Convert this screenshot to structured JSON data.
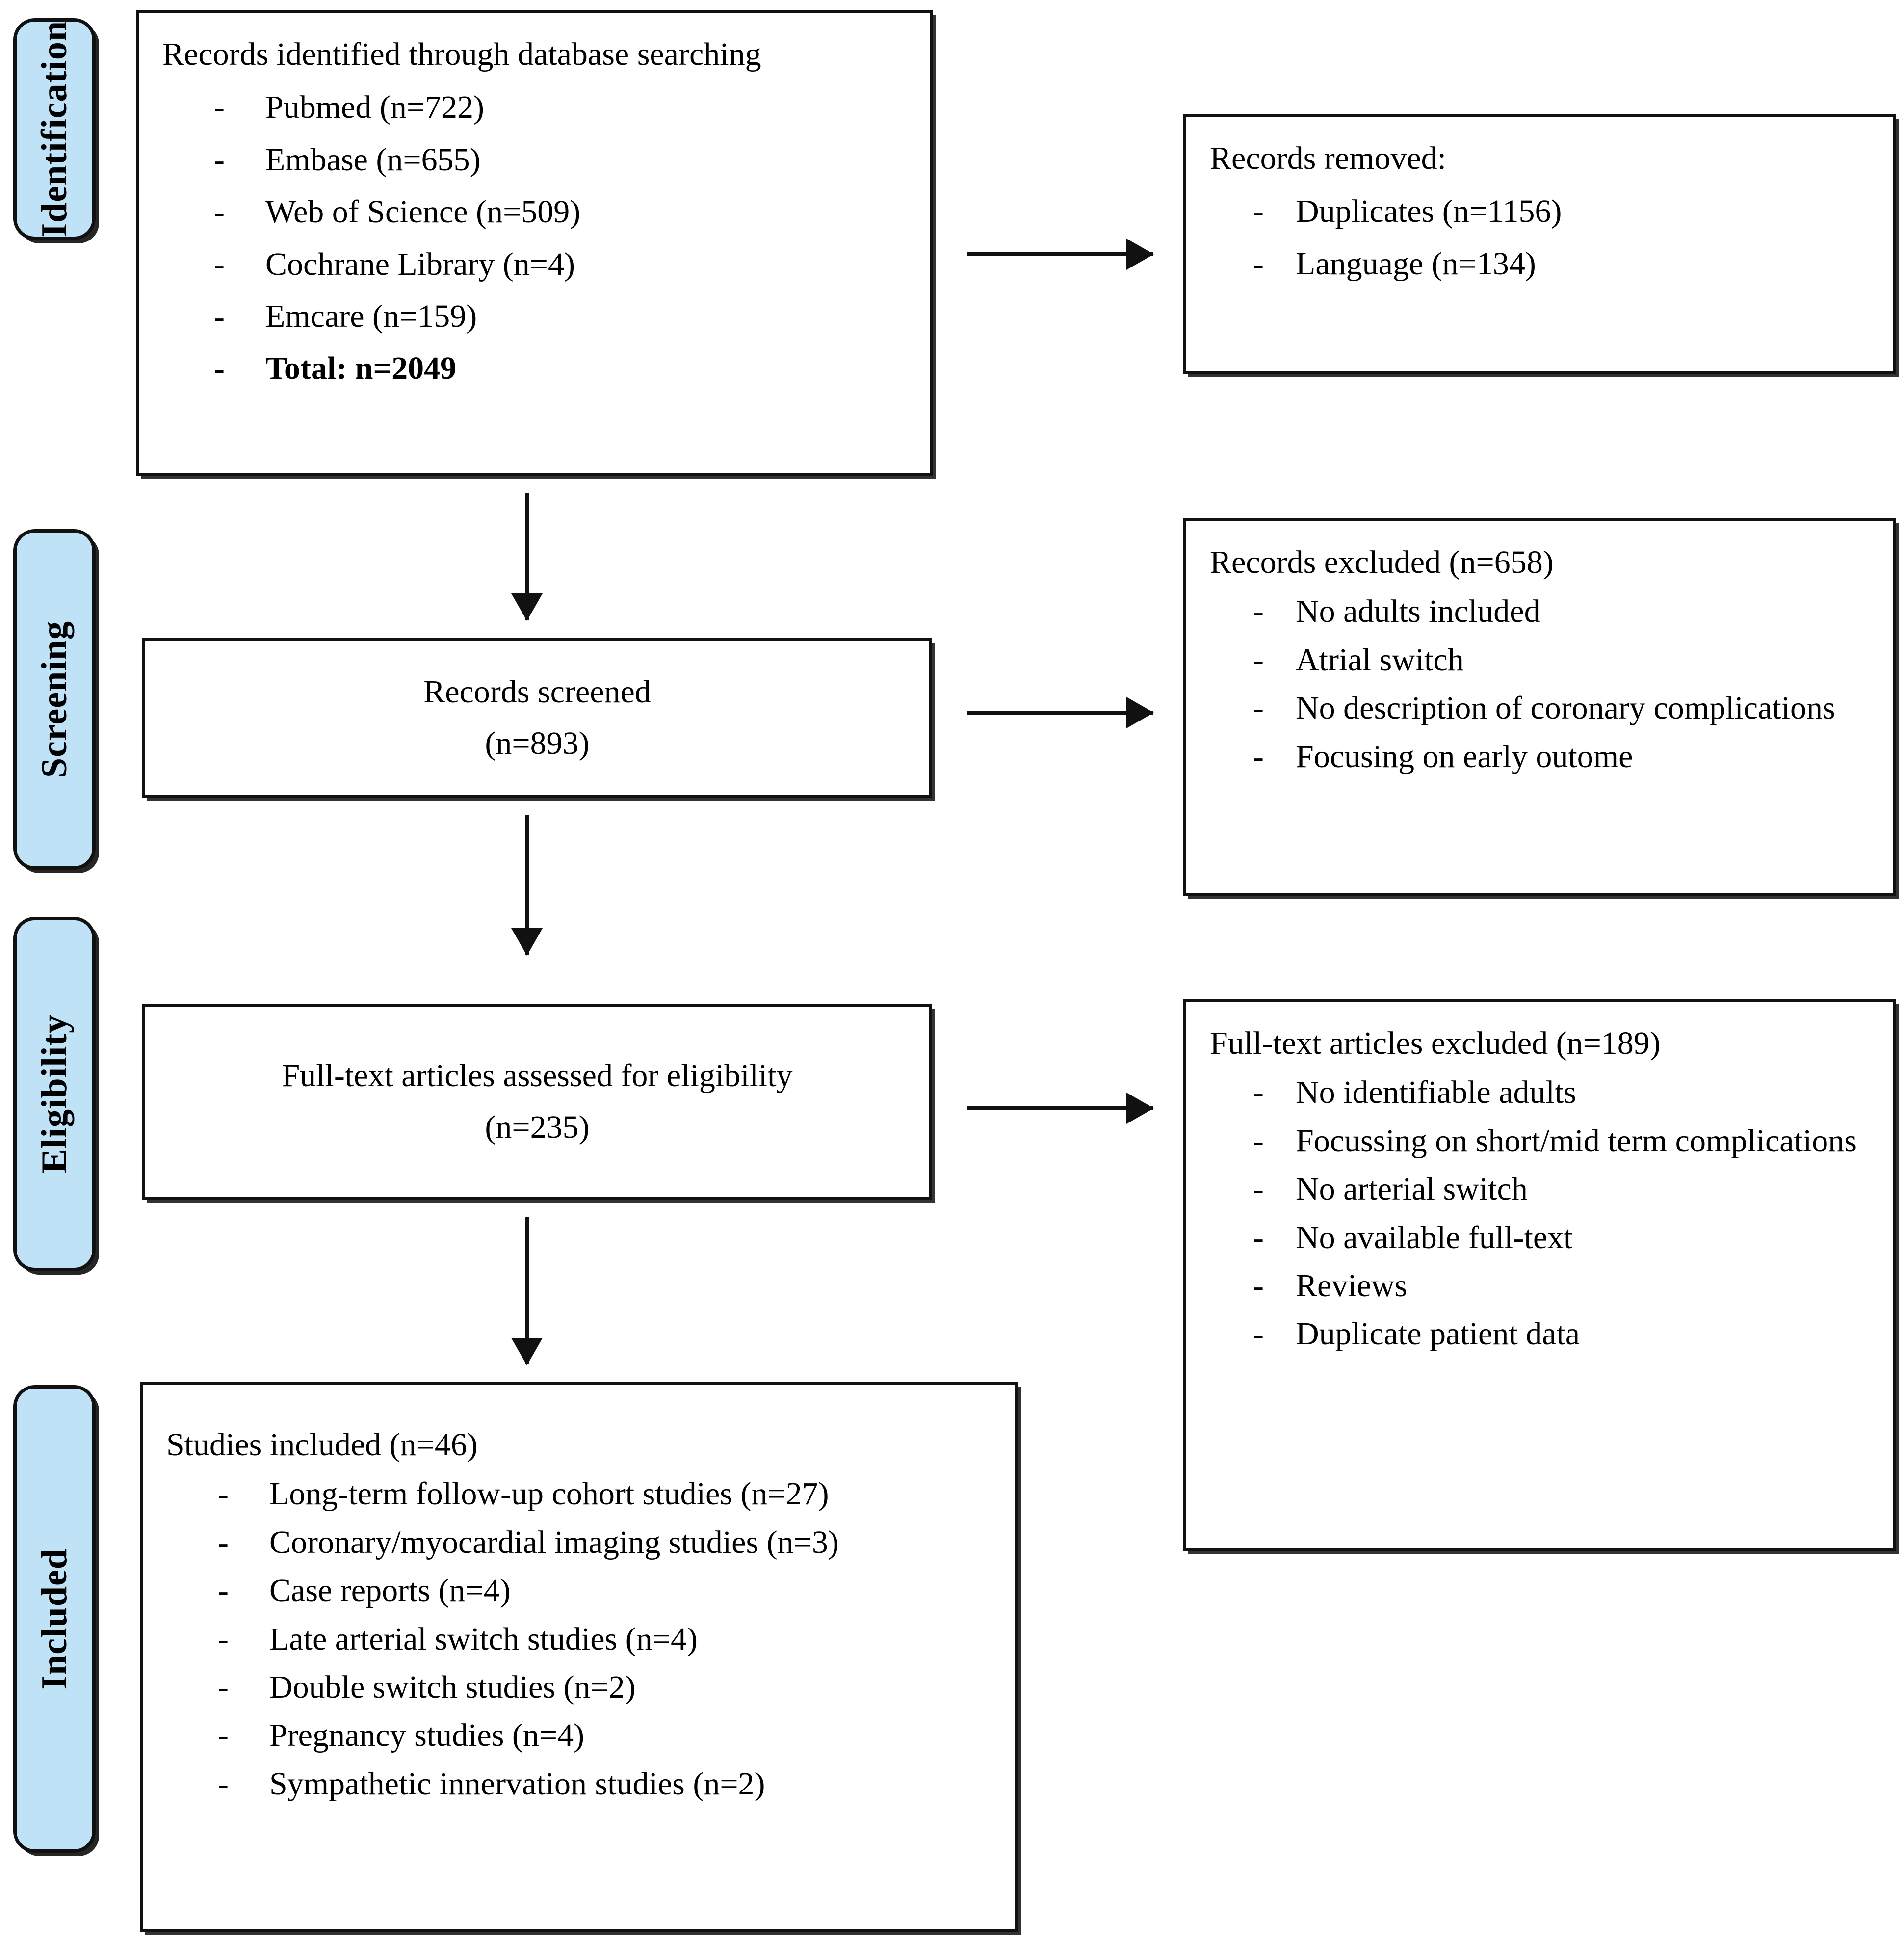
{
  "diagram": {
    "title": "PRISMA flow diagram",
    "accent_blue": "#bfe2f7",
    "line_color": "#111111"
  },
  "stages": [
    {
      "key": "identification",
      "label": "Identification"
    },
    {
      "key": "screening",
      "label": "Screening"
    },
    {
      "key": "eligibility",
      "label": "Eligibility"
    },
    {
      "key": "included",
      "label": "Included"
    }
  ],
  "boxes": {
    "identified": {
      "heading": "Records identified through database searching",
      "items": [
        {
          "text": "Pubmed (n=722)",
          "bold": false
        },
        {
          "text": "Embase (n=655)",
          "bold": false
        },
        {
          "text": "Web of Science (n=509)",
          "bold": false
        },
        {
          "text": "Cochrane Library (n=4)",
          "bold": false
        },
        {
          "text": "Emcare (n=159)",
          "bold": false
        },
        {
          "text": "Total: n=2049",
          "bold": true
        }
      ]
    },
    "removed": {
      "heading": "Records removed:",
      "items": [
        {
          "text": "Duplicates (n=1156)",
          "bold": false
        },
        {
          "text": "Language (n=134)",
          "bold": false
        }
      ]
    },
    "screened": {
      "line1": "Records screened",
      "line2": "(n=893)"
    },
    "records_excluded": {
      "heading": "Records excluded (n=658)",
      "items": [
        {
          "text": "No adults included",
          "bold": false
        },
        {
          "text": "Atrial switch",
          "bold": false
        },
        {
          "text": "No description of coronary complications",
          "bold": false
        },
        {
          "text": "Focusing on early outome",
          "bold": false
        }
      ]
    },
    "fulltext_assessed": {
      "line1": "Full-text articles assessed for eligibility",
      "line2": "(n=235)"
    },
    "fulltext_excluded": {
      "heading": "Full-text articles excluded (n=189)",
      "items": [
        {
          "text": "No identifiable adults",
          "bold": false
        },
        {
          "text": "Focussing on short/mid term complications",
          "bold": false
        },
        {
          "text": "No arterial switch",
          "bold": false
        },
        {
          "text": "No available full-text",
          "bold": false
        },
        {
          "text": "Reviews",
          "bold": false
        },
        {
          "text": "Duplicate patient data",
          "bold": false
        }
      ]
    },
    "included": {
      "heading": "Studies included (n=46)",
      "items": [
        {
          "text": "Long-term follow-up cohort studies (n=27)",
          "bold": false
        },
        {
          "text": "Coronary/myocardial imaging studies (n=3)",
          "bold": false
        },
        {
          "text": "Case reports (n=4)",
          "bold": false
        },
        {
          "text": "Late arterial switch studies (n=4)",
          "bold": false
        },
        {
          "text": "Double switch studies (n=2)",
          "bold": false
        },
        {
          "text": "Pregnancy studies (n=4)",
          "bold": false
        },
        {
          "text": "Sympathetic innervation studies (n=2)",
          "bold": false
        }
      ]
    }
  },
  "chart_data": {
    "type": "diagram",
    "title": "PRISMA study selection flow",
    "nodes": [
      {
        "id": "identified",
        "stage": "Identification",
        "label": "Records identified through database searching",
        "total": 2049,
        "sources": [
          {
            "name": "Pubmed",
            "n": 722
          },
          {
            "name": "Embase",
            "n": 655
          },
          {
            "name": "Web of Science",
            "n": 509
          },
          {
            "name": "Cochrane Library",
            "n": 4
          },
          {
            "name": "Emcare",
            "n": 159
          }
        ]
      },
      {
        "id": "removed",
        "stage": "Identification",
        "label": "Records removed",
        "reasons": [
          {
            "name": "Duplicates",
            "n": 1156
          },
          {
            "name": "Language",
            "n": 134
          }
        ]
      },
      {
        "id": "screened",
        "stage": "Screening",
        "label": "Records screened",
        "n": 893
      },
      {
        "id": "records_excluded",
        "stage": "Screening",
        "label": "Records excluded",
        "n": 658,
        "reasons": [
          "No adults included",
          "Atrial switch",
          "No description of coronary complications",
          "Focusing on early outome"
        ]
      },
      {
        "id": "fulltext_assessed",
        "stage": "Eligibility",
        "label": "Full-text articles assessed for eligibility",
        "n": 235
      },
      {
        "id": "fulltext_excluded",
        "stage": "Eligibility",
        "label": "Full-text articles excluded",
        "n": 189,
        "reasons": [
          "No identifiable adults",
          "Focussing on short/mid term complications",
          "No arterial switch",
          "No available full-text",
          "Reviews",
          "Duplicate patient data"
        ]
      },
      {
        "id": "included",
        "stage": "Included",
        "label": "Studies included",
        "n": 46,
        "breakdown": [
          {
            "name": "Long-term follow-up cohort studies",
            "n": 27
          },
          {
            "name": "Coronary/myocardial imaging studies",
            "n": 3
          },
          {
            "name": "Case reports",
            "n": 4
          },
          {
            "name": "Late arterial switch studies",
            "n": 4
          },
          {
            "name": "Double switch studies",
            "n": 2
          },
          {
            "name": "Pregnancy studies",
            "n": 4
          },
          {
            "name": "Sympathetic innervation studies",
            "n": 2
          }
        ]
      }
    ],
    "edges": [
      {
        "from": "identified",
        "to": "removed",
        "direction": "right"
      },
      {
        "from": "identified",
        "to": "screened",
        "direction": "down"
      },
      {
        "from": "screened",
        "to": "records_excluded",
        "direction": "right"
      },
      {
        "from": "screened",
        "to": "fulltext_assessed",
        "direction": "down"
      },
      {
        "from": "fulltext_assessed",
        "to": "fulltext_excluded",
        "direction": "right"
      },
      {
        "from": "fulltext_assessed",
        "to": "included",
        "direction": "down"
      }
    ]
  }
}
